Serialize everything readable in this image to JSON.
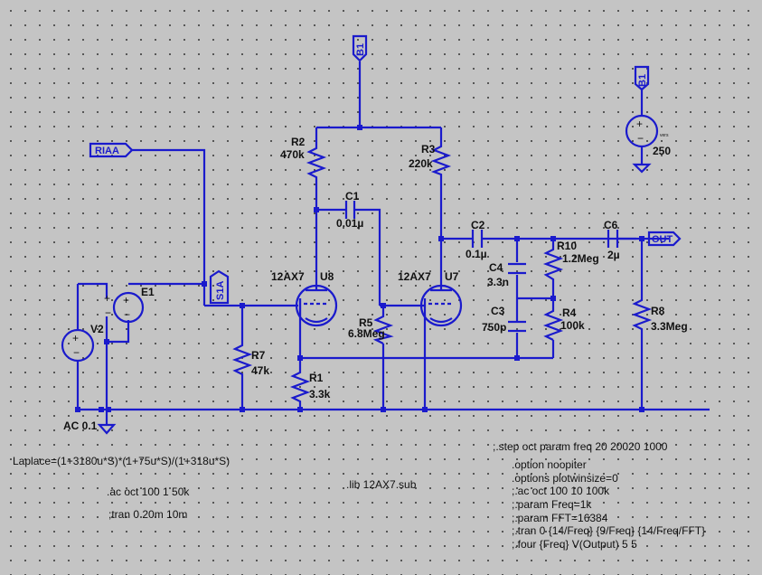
{
  "components": {
    "R2": {
      "name": "R2",
      "value": "470k"
    },
    "R3": {
      "name": "R3",
      "value": "220k"
    },
    "C1": {
      "name": "C1",
      "value": "0.01µ"
    },
    "C2": {
      "name": "C2",
      "value": "0.1µ"
    },
    "C4": {
      "name": "C4",
      "value": "3.3n"
    },
    "C3": {
      "name": "C3",
      "value": "750p"
    },
    "R10": {
      "name": "R10",
      "value": "1.2Meg"
    },
    "R4": {
      "name": "R4",
      "value": "100k"
    },
    "C6": {
      "name": "C6",
      "value": "2µ"
    },
    "R8": {
      "name": "R8",
      "value": "3.3Meg"
    },
    "R5": {
      "name": "R5",
      "value": "6.8Meg"
    },
    "R1": {
      "name": "R1",
      "value": "3.3k"
    },
    "R7": {
      "name": "R7",
      "value": "47k"
    },
    "U8": {
      "name": "U8",
      "model": "12AX7"
    },
    "U7": {
      "name": "U7",
      "model": "12AX7"
    },
    "E1": {
      "name": "E1"
    },
    "V2": {
      "name": "V2",
      "value": "AC 0.1"
    },
    "V_B1": {
      "value": "250",
      "tiny_label": "vers"
    }
  },
  "nets": {
    "b1_top": "B1",
    "b1_supply": "B1",
    "riaa": "RIAA",
    "s1a": "S1A",
    "out": "OUT"
  },
  "directives": {
    "laplace": "Laplace=(1+3180u*S)*(1+75u*S)/(1+318u*S)",
    "ac": ".ac oct 100 1 50k",
    "tran": ";tran 0 20m 10m",
    "lib": ".lib 12AX7.sub",
    "step": ";.step oct param freq 20 20020 1000",
    "block": [
      ".option noopiter",
      ".options plotwinsize=0",
      ";.ac oct 100 10 100k",
      ";.param Freq=1k",
      ";.param FFT=16384",
      ";.tran 0 {14/Freq} {9/Freq} {14/Freq/FFT}",
      ";.four {Freq} V(Output) 5 5"
    ]
  },
  "colors": {
    "background": "#c4c4c4",
    "wire": "#1a1acc",
    "text": "#111111"
  }
}
